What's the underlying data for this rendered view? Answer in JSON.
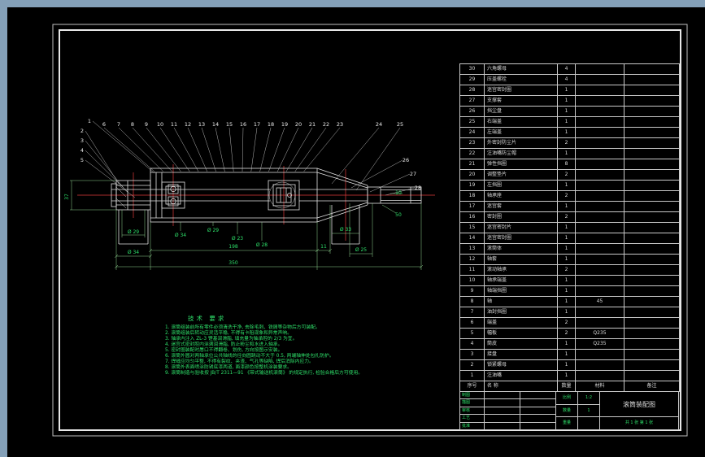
{
  "app": {
    "background": "#000000",
    "frame_color": "#84a0b8"
  },
  "colors": {
    "line": "#e2e2e2",
    "dimension": "#2ee06a",
    "centerline": "#e13a3a",
    "grid": "#c9c9c9"
  },
  "callouts": {
    "left": [
      "1",
      "2",
      "3",
      "4",
      "5"
    ],
    "top": [
      "6",
      "7",
      "8",
      "9",
      "10",
      "11",
      "12",
      "13",
      "14",
      "15",
      "16",
      "17",
      "18",
      "19",
      "20",
      "21",
      "22",
      "23",
      "24",
      "25"
    ],
    "right": [
      "26",
      "27",
      "28"
    ]
  },
  "dimensions": {
    "left_vertical": "37",
    "hub_upper": "Ø 29",
    "hub_lower": "Ø 34",
    "under_drum": [
      "Ø 34",
      "Ø 29",
      "Ø 23",
      "Ø 28"
    ],
    "right_cone": "Ø 33",
    "right_small": "11",
    "right_shaft": "Ø 25",
    "right_end_a": "10",
    "right_end_b": "50",
    "drum_length": "198",
    "overall_length": "350"
  },
  "tech_requirements": {
    "title": "技术 要求",
    "lines": [
      "1. 滚筒组装前所有零件必须清洗干净, 去除毛刺、铁屑等杂物后方可装配。",
      "2. 滚筒组装后转动应灵活平稳, 不得有卡阻现象和异常声响。",
      "3. 轴承内注入 ZL-3 锂基润滑脂, 填充量为轴承腔的 2/3 为宜。",
      "4. 迷宫式密封腔内涂满润滑脂, 防止粉尘和水进入轴承。",
      "5. 密封圈装配时唇口不得翻卷、划伤, 方向按图示安装。",
      "6. 滚筒外圆对两轴承位公共轴线的径向圆跳动不大于 0.5, 两端轴伸处包扎防护。",
      "7. 焊缝应均匀平整, 不得有裂纹、夹渣、气孔等缺陷, 焊后消除内应力。",
      "8. 滚筒外表面喷涂防锈底漆两道, 面漆颜色按整机涂装要求。",
      "9. 滚筒制造与验收按 JB/T 2311—91 《带式输送机滚筒》 的规定执行, 检验合格后方可使用。"
    ]
  },
  "parts_table": {
    "header": [
      "序号",
      "名  称",
      "数量",
      "材料",
      "备注"
    ],
    "rows": [
      {
        "no": "30",
        "name": "六角螺母",
        "qty": "4",
        "material": "",
        "remark": ""
      },
      {
        "no": "29",
        "name": "压盖螺栓",
        "qty": "4",
        "material": "",
        "remark": ""
      },
      {
        "no": "28",
        "name": "迷宫密封圈",
        "qty": "1",
        "material": "",
        "remark": ""
      },
      {
        "no": "27",
        "name": "支撑套",
        "qty": "1",
        "material": "",
        "remark": ""
      },
      {
        "no": "26",
        "name": "挡尘盘",
        "qty": "1",
        "material": "",
        "remark": ""
      },
      {
        "no": "25",
        "name": "右端盖",
        "qty": "1",
        "material": "",
        "remark": ""
      },
      {
        "no": "24",
        "name": "左端盖",
        "qty": "1",
        "material": "",
        "remark": ""
      },
      {
        "no": "23",
        "name": "外密封防尘片",
        "qty": "2",
        "material": "",
        "remark": ""
      },
      {
        "no": "22",
        "name": "注油嘴防尘帽",
        "qty": "1",
        "material": "",
        "remark": ""
      },
      {
        "no": "21",
        "name": "弹性挡圈",
        "qty": "8",
        "material": "",
        "remark": ""
      },
      {
        "no": "20",
        "name": "调整垫片",
        "qty": "2",
        "material": "",
        "remark": ""
      },
      {
        "no": "19",
        "name": "左挡圈",
        "qty": "1",
        "material": "",
        "remark": ""
      },
      {
        "no": "18",
        "name": "轴承座",
        "qty": "2",
        "material": "",
        "remark": ""
      },
      {
        "no": "17",
        "name": "迷宫套",
        "qty": "1",
        "material": "",
        "remark": ""
      },
      {
        "no": "16",
        "name": "密封圈",
        "qty": "2",
        "material": "",
        "remark": ""
      },
      {
        "no": "15",
        "name": "迷宫密封片",
        "qty": "1",
        "material": "",
        "remark": ""
      },
      {
        "no": "14",
        "name": "迷宫密封圈",
        "qty": "1",
        "material": "",
        "remark": ""
      },
      {
        "no": "13",
        "name": "滚筒体",
        "qty": "1",
        "material": "",
        "remark": ""
      },
      {
        "no": "12",
        "name": "轴套",
        "qty": "1",
        "material": "",
        "remark": ""
      },
      {
        "no": "11",
        "name": "滚动轴承",
        "qty": "2",
        "material": "",
        "remark": ""
      },
      {
        "no": "10",
        "name": "轴承端盖",
        "qty": "1",
        "material": "",
        "remark": ""
      },
      {
        "no": "9",
        "name": "轴端挡圈",
        "qty": "1",
        "material": "",
        "remark": ""
      },
      {
        "no": "8",
        "name": "轴",
        "qty": "1",
        "material": "45",
        "remark": ""
      },
      {
        "no": "7",
        "name": "油封挡圈",
        "qty": "1",
        "material": "",
        "remark": ""
      },
      {
        "no": "6",
        "name": "端盖",
        "qty": "2",
        "material": "",
        "remark": ""
      },
      {
        "no": "5",
        "name": "幅板",
        "qty": "2",
        "material": "Q235",
        "remark": ""
      },
      {
        "no": "4",
        "name": "筒皮",
        "qty": "1",
        "material": "Q235",
        "remark": ""
      },
      {
        "no": "3",
        "name": "接盘",
        "qty": "1",
        "material": "",
        "remark": ""
      },
      {
        "no": "2",
        "name": "锁紧螺母",
        "qty": "1",
        "material": "",
        "remark": ""
      },
      {
        "no": "1",
        "name": "注油嘴",
        "qty": "1",
        "material": "",
        "remark": ""
      }
    ]
  },
  "title_block": {
    "sign_rows": [
      "制图",
      "描图",
      "审核",
      "工艺",
      "批准"
    ],
    "info": [
      [
        "比例",
        "1:2"
      ],
      [
        "数量",
        "1"
      ],
      [
        "重量",
        ""
      ]
    ],
    "title": "滚筒装配图",
    "sheet_note": "共 1 张  第 1 张"
  }
}
